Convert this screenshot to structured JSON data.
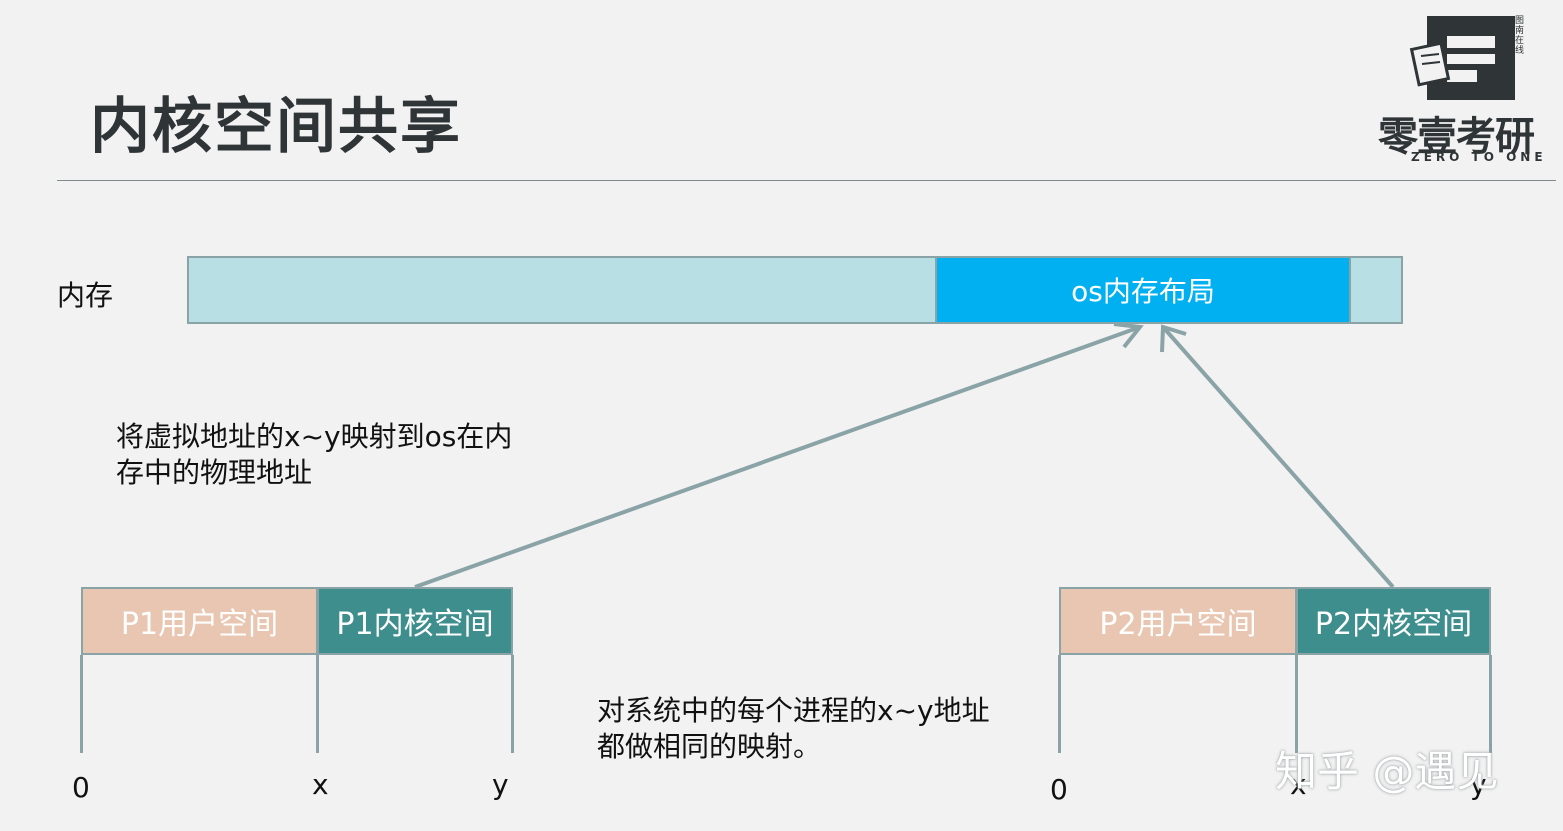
{
  "slide": {
    "title": "内核空间共享",
    "logo": {
      "name": "零壹考研",
      "subtitle": "ZERO TO ONE",
      "side_text": "图南在线"
    }
  },
  "memory": {
    "label": "内存",
    "os_block": "os内存布局"
  },
  "notes": {
    "mapping": [
      "将虚拟地址的x~y映射到os在内",
      "存中的物理地址"
    ],
    "shared": [
      "对系统中的每个进程的x~y地址",
      "都做相同的映射。"
    ]
  },
  "processes": [
    {
      "user_space": "P1用户空间",
      "kernel_space": "P1内核空间",
      "ticks": [
        "0",
        "x",
        "y"
      ]
    },
    {
      "user_space": "P2用户空间",
      "kernel_space": "P2内核空间",
      "ticks": [
        "0",
        "x",
        "y"
      ]
    }
  ],
  "watermark": "知乎 @遇见",
  "colors": {
    "memory_bar": "#b8e0e4",
    "os_block": "#00b0f0",
    "user_space": "#e8c6b1",
    "kernel_space": "#3e8e8e",
    "arrow": "#8aa3a6"
  }
}
